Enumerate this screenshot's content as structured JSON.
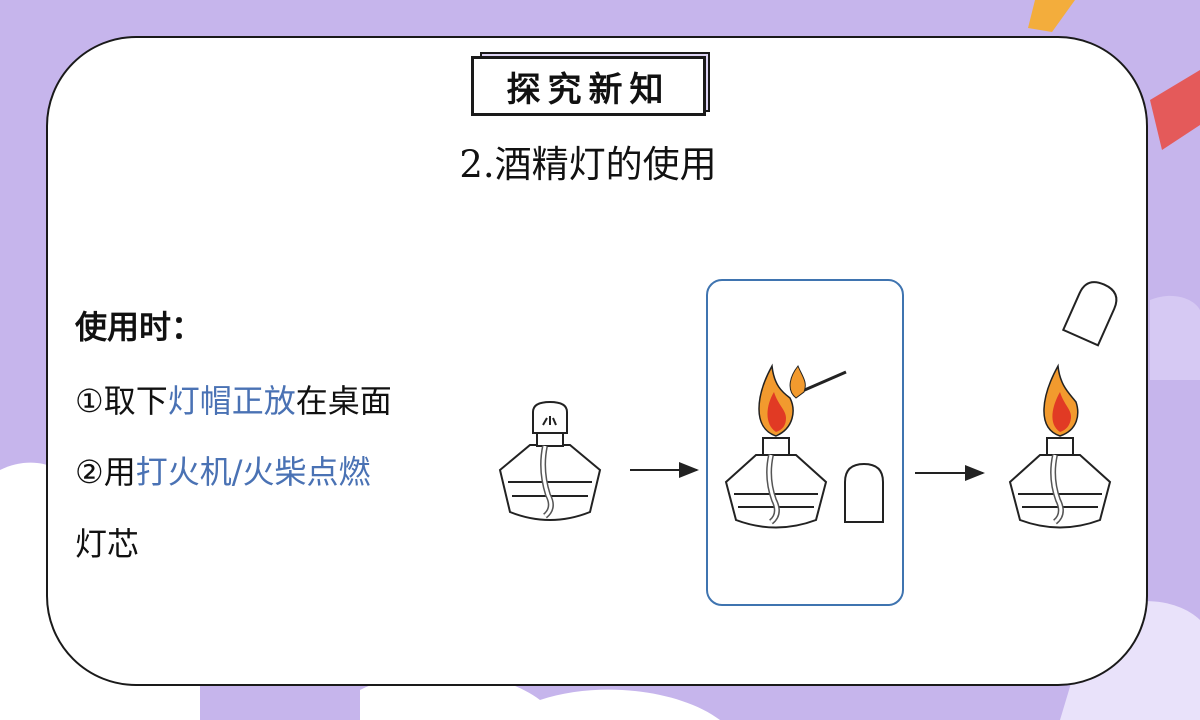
{
  "header": {
    "badge": "探究新知",
    "subtitle": "2.酒精灯的使用"
  },
  "content": {
    "heading": "使用时：",
    "step1": {
      "prefix": "①取下",
      "highlight": "灯帽正放",
      "suffix": "在桌面"
    },
    "step2": {
      "prefix": "②用",
      "highlight": "打火机/火柴点燃"
    },
    "step2_cont": "灯芯"
  },
  "colors": {
    "background": "#c6b5ec",
    "highlight": "#4a72b4",
    "panel_border": "#3f74b0",
    "flame_outer": "#f29a2e",
    "flame_inner": "#e13a24"
  },
  "illustrations": [
    {
      "name": "alcohol-lamp-capped"
    },
    {
      "name": "arrow-right"
    },
    {
      "name": "alcohol-lamp-lit-with-match"
    },
    {
      "name": "arrow-right"
    },
    {
      "name": "alcohol-lamp-lit"
    }
  ]
}
